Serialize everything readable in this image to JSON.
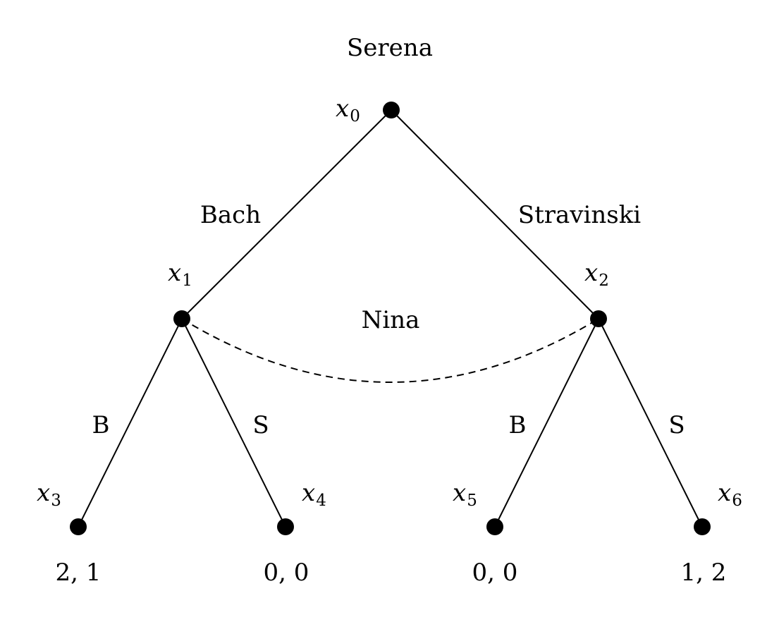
{
  "players": {
    "first": "Serena",
    "second": "Nina"
  },
  "actions": {
    "root_left": "Bach",
    "root_right": "Stravinski",
    "x1_left": "B",
    "x1_right": "S",
    "x2_left": "B",
    "x2_right": "S"
  },
  "nodes": [
    {
      "var": "x",
      "sub": "0"
    },
    {
      "var": "x",
      "sub": "1"
    },
    {
      "var": "x",
      "sub": "2"
    },
    {
      "var": "x",
      "sub": "3"
    },
    {
      "var": "x",
      "sub": "4"
    },
    {
      "var": "x",
      "sub": "5"
    },
    {
      "var": "x",
      "sub": "6"
    }
  ],
  "payoffs": [
    "2, 1",
    "0, 0",
    "0, 0",
    "1, 2"
  ]
}
